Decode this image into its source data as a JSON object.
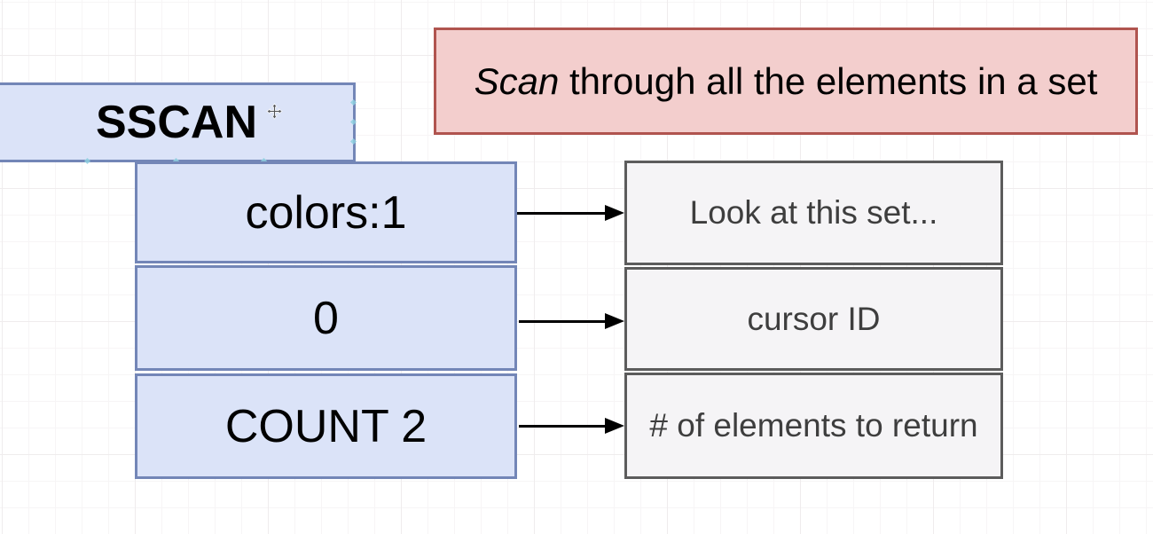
{
  "diagram": {
    "command": {
      "label": "SSCAN"
    },
    "note": {
      "emphasis": "Scan",
      "text": " through all the elements in a set"
    },
    "rows": [
      {
        "arg": "colors:1",
        "meaning": "Look at this set..."
      },
      {
        "arg": "0",
        "meaning": "cursor ID"
      },
      {
        "arg": "COUNT 2",
        "meaning": "# of elements to return"
      }
    ]
  },
  "icons": {
    "move_cursor": "move-cursor-icon",
    "connection_point": "connection-point-icon"
  },
  "colors": {
    "param_fill": "#dbe3f8",
    "param_stroke": "#7386b7",
    "note_fill": "#f3cecd",
    "note_stroke": "#b0544f",
    "desc_fill": "#f5f4f6",
    "desc_stroke": "#5c5c5c",
    "desc_text": "#3e3e3e",
    "arrow": "#000000",
    "grid_minor": "#f7f5f6",
    "grid_major": "#efeced",
    "connection_point": "#8fd0e0"
  }
}
